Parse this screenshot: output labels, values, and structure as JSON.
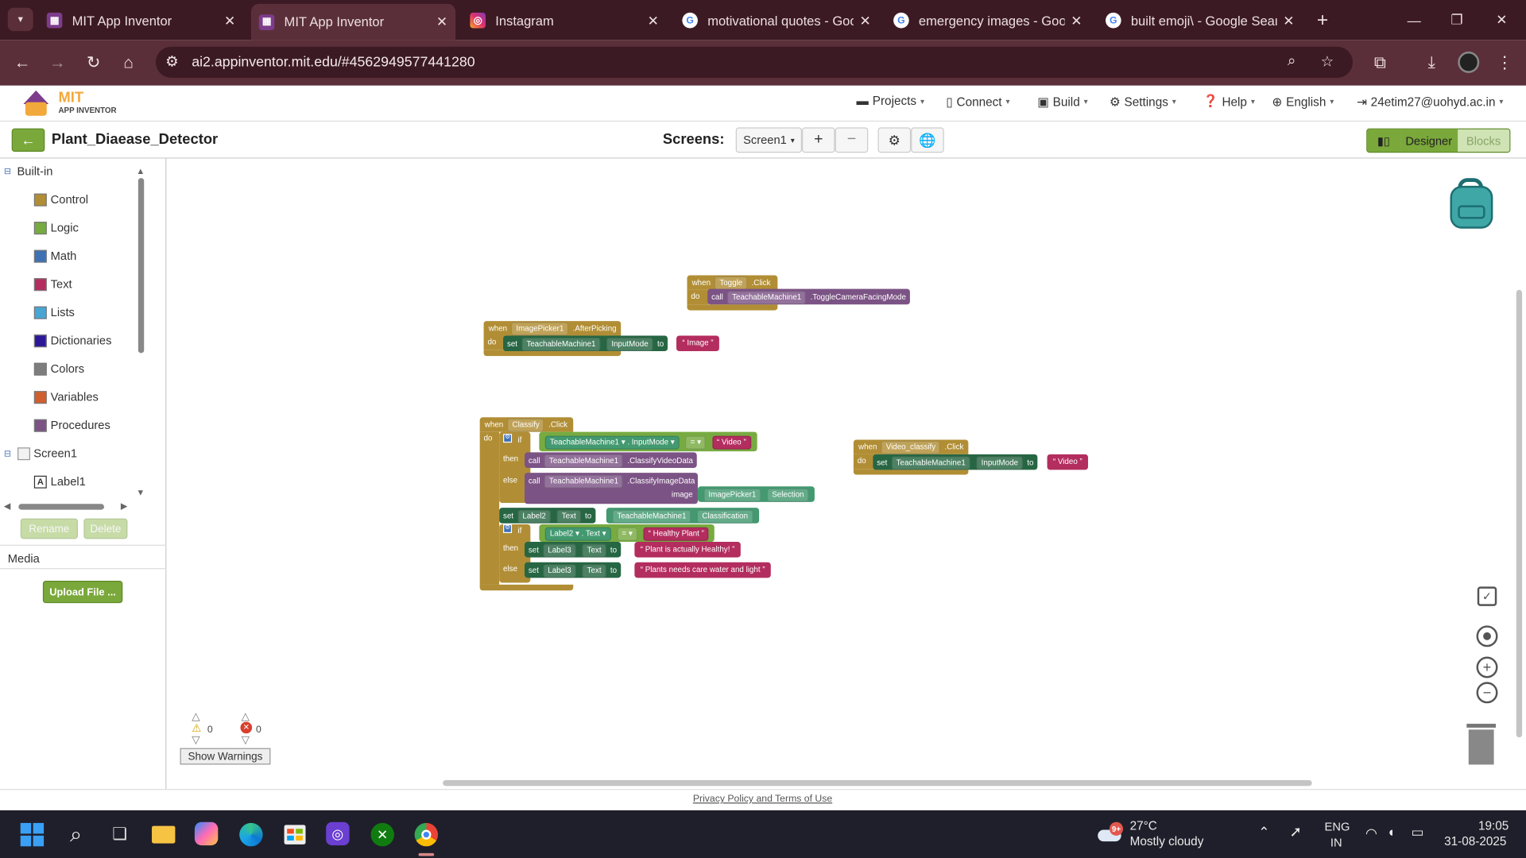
{
  "browser": {
    "tabs": [
      {
        "title": "MIT App Inventor",
        "icon": "mit-icon",
        "active": false
      },
      {
        "title": "MIT App Inventor",
        "icon": "mit-icon",
        "active": true
      },
      {
        "title": "Instagram",
        "icon": "instagram-icon",
        "active": false
      },
      {
        "title": "motivational quotes - Goo",
        "icon": "google-icon",
        "active": false
      },
      {
        "title": "emergency images - Goog",
        "icon": "google-icon",
        "active": false
      },
      {
        "title": "built emoji\\ - Google Sear",
        "icon": "google-icon",
        "active": false
      }
    ],
    "url": "ai2.appinventor.mit.edu/#4562949577441280"
  },
  "header": {
    "logo_top": "MIT",
    "logo_bottom": "APP INVENTOR",
    "menus": [
      "Projects",
      "Connect",
      "Build",
      "Settings",
      "Help",
      "English"
    ],
    "account": "24etim27@uohyd.ac.in"
  },
  "project": {
    "name": "Plant_Diaease_Detector",
    "screens_label": "Screens:",
    "screen": "Screen1",
    "designer": "Designer",
    "blocks": "Blocks"
  },
  "palette": {
    "builtin": "Built-in",
    "items": [
      {
        "label": "Control",
        "color": "#b18e35"
      },
      {
        "label": "Logic",
        "color": "#77ab41"
      },
      {
        "label": "Math",
        "color": "#3f71b5"
      },
      {
        "label": "Text",
        "color": "#b32d5e"
      },
      {
        "label": "Lists",
        "color": "#49a6d4"
      },
      {
        "label": "Dictionaries",
        "color": "#2d1799"
      },
      {
        "label": "Colors",
        "color": "#7d7d7d"
      },
      {
        "label": "Variables",
        "color": "#d05f2d"
      },
      {
        "label": "Procedures",
        "color": "#7c5385"
      }
    ],
    "screen1": "Screen1",
    "label1": "Label1",
    "rename": "Rename",
    "delete": "Delete",
    "media": "Media",
    "upload": "Upload File ..."
  },
  "blocks": {
    "toggle": {
      "when": "when",
      "comp": "Toggle",
      "event": ".Click",
      "do": "do",
      "call": "call",
      "target": "TeachableMachine1",
      "method": ".ToggleCameraFacingMode"
    },
    "picker": {
      "when": "when",
      "comp": "ImagePicker1",
      "event": ".AfterPicking",
      "do": "do",
      "set": "set",
      "target": "TeachableMachine1",
      "prop": "InputMode",
      "to": "to",
      "value": "Image"
    },
    "classify": {
      "when": "when",
      "comp": "Classify",
      "event": ".Click",
      "do": "do",
      "if": "if",
      "then": "then",
      "else": "else",
      "tm": "TeachableMachine1",
      "inputmode": "InputMode",
      "eq": "=",
      "video": "Video",
      "call": "call",
      "classifyvideo": ".ClassifyVideoData",
      "classifyimage": ".ClassifyImageData",
      "image": "image",
      "picker": "ImagePicker1",
      "selection": "Selection",
      "set": "set",
      "label2": "Label2",
      "text": "Text",
      "to": "to",
      "classification": "Classification",
      "healthy": "Healthy Plant",
      "label3": "Label3",
      "healthy_msg": "Plant is actually Healthy!",
      "care_msg": "Plants needs care water and light"
    },
    "video": {
      "when": "when",
      "comp": "Video_classify",
      "event": ".Click",
      "do": "do",
      "set": "set",
      "target": "TeachableMachine1",
      "prop": "InputMode",
      "to": "to",
      "value": "Video"
    }
  },
  "warnings": {
    "warn_count": "0",
    "error_count": "0",
    "show": "Show Warnings"
  },
  "footer": {
    "privacy": "Privacy Policy and Terms of Use"
  },
  "taskbar": {
    "temp": "27°C",
    "weather": "Mostly cloudy",
    "badge": "9+",
    "lang1": "ENG",
    "lang2": "IN",
    "time": "19:05",
    "date": "31-08-2025"
  }
}
